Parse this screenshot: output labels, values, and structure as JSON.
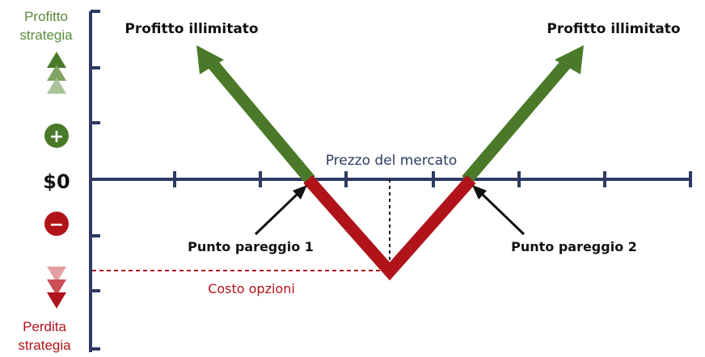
{
  "y_axis": {
    "top_label_line1": "Profitto",
    "top_label_line2": "strategia",
    "bottom_label_line1": "Perdita",
    "bottom_label_line2": "strategia",
    "zero_label": "$0",
    "plus_symbol": "+",
    "minus_symbol": "−"
  },
  "x_axis": {
    "label": "Prezzo del mercato"
  },
  "annotations": {
    "profit_left": "Profitto illimitato",
    "profit_right": "Profitto illimitato",
    "breakeven_1": "Punto pareggio 1",
    "breakeven_2": "Punto pareggio 2",
    "cost": "Costo opzioni"
  },
  "colors": {
    "axis": "#2d3a63",
    "profit": "#4a7a29",
    "loss": "#b0131a",
    "label_green": "#5a8a3a",
    "label_red": "#b0131a",
    "text": "#111111"
  },
  "icons": [
    "up-arrows-icon",
    "plus-circle-icon",
    "minus-circle-icon",
    "down-arrows-icon"
  ]
}
